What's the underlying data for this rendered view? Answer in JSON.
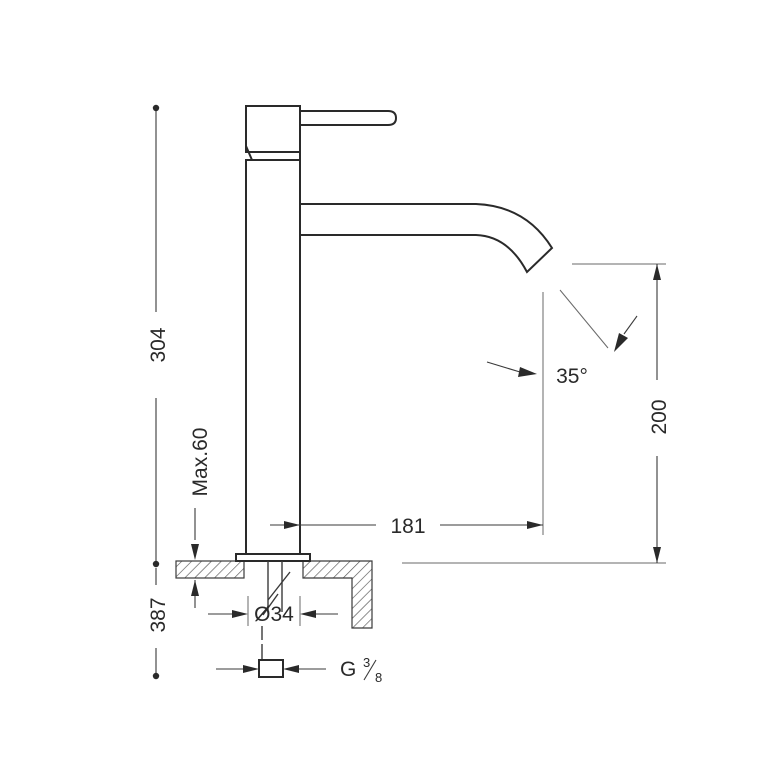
{
  "dimensions": {
    "total_height": "304",
    "counter_max": "Max.60",
    "below_counter": "387",
    "spout_height": "200",
    "spout_reach": "181",
    "spout_angle": "35°",
    "hole_diameter": "Ø34",
    "connection_prefix": "G",
    "connection_num": "3",
    "connection_den": "8"
  }
}
